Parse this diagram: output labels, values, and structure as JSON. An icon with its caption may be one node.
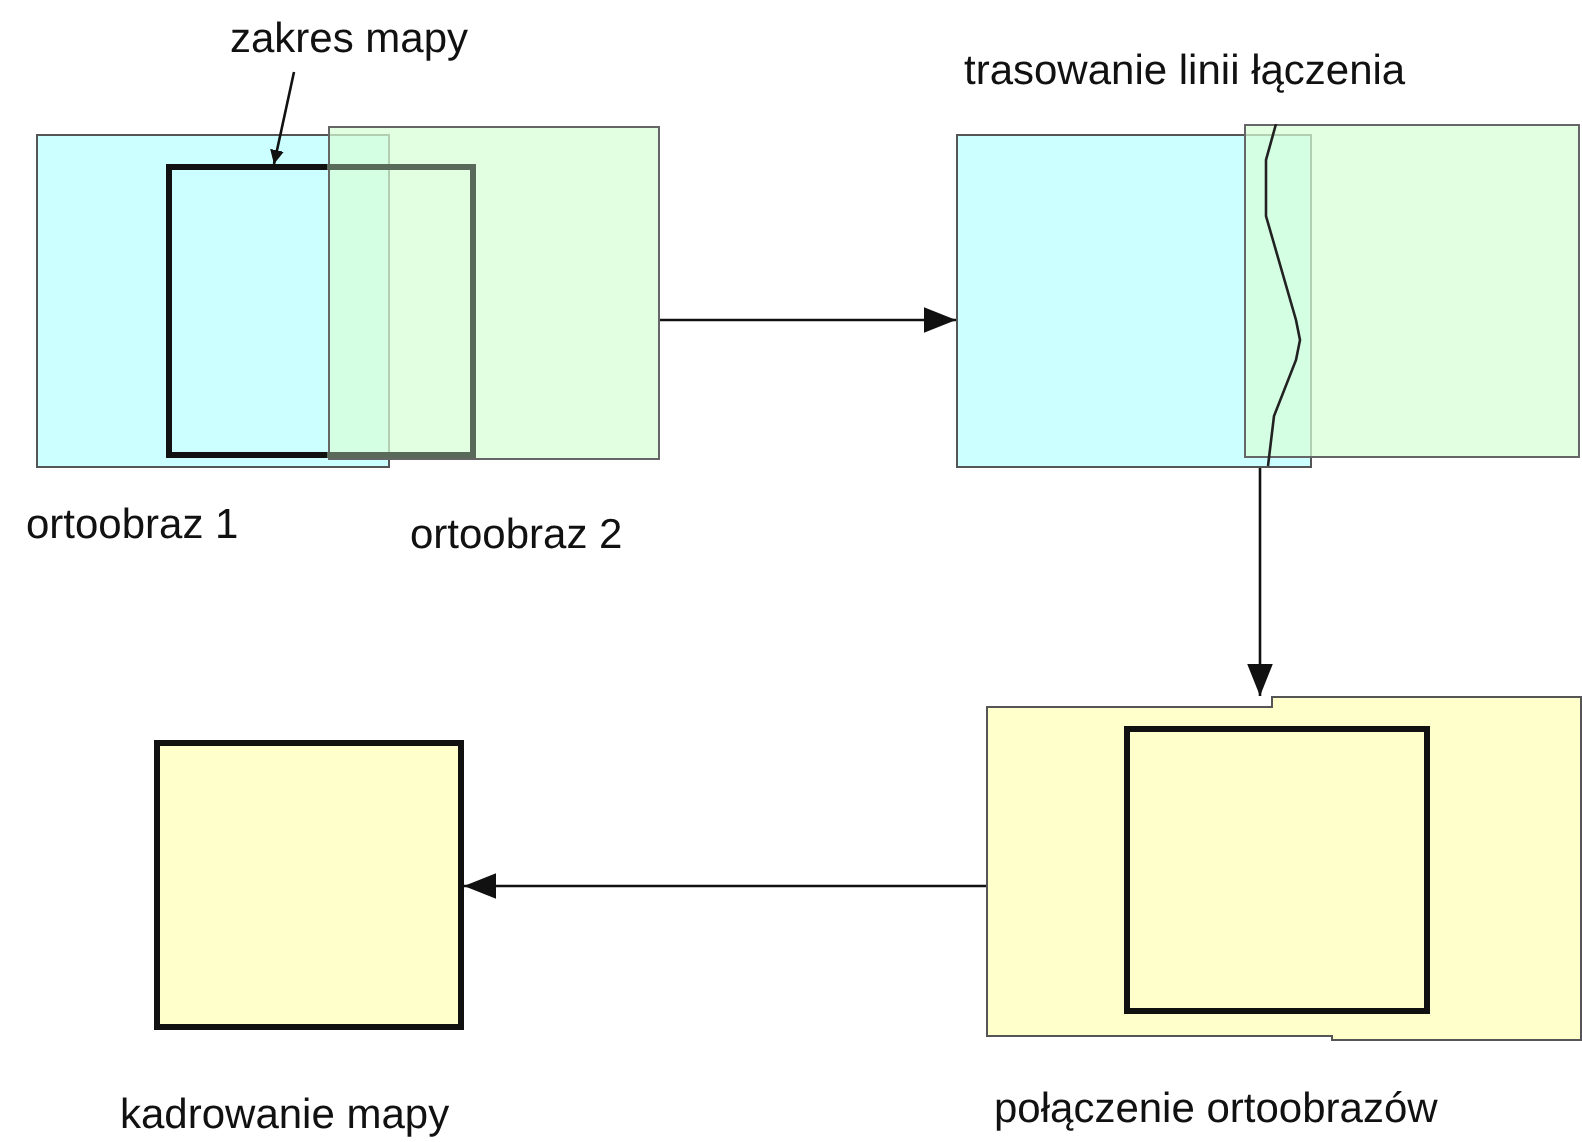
{
  "diagram": {
    "nodes": [
      {
        "text": [
          "ortoobraz 1"
        ]
      },
      {
        "text": [
          "ortoobraz 2"
        ]
      },
      {
        "text": [
          "zakres mapy"
        ]
      },
      {
        "text": [],
        "shape": "box"
      },
      {
        "text": [
          "trasowanie linii łączenia"
        ]
      },
      {
        "text": [
          "połączenie ortoobrazów"
        ]
      },
      {
        "text": [],
        "shape": "box",
        "in": 5
      },
      {
        "text": [
          "kadrowanie mapy"
        ]
      }
    ],
    "edges": [
      {
        "from": 2,
        "to": 3,
        "arrow": "to"
      },
      {
        "from": 1,
        "to": 4,
        "arrow": "to"
      },
      {
        "from": 4,
        "to": 5,
        "arrow": "to"
      },
      {
        "from": 5,
        "to": 7,
        "arrow": "to"
      }
    ]
  }
}
